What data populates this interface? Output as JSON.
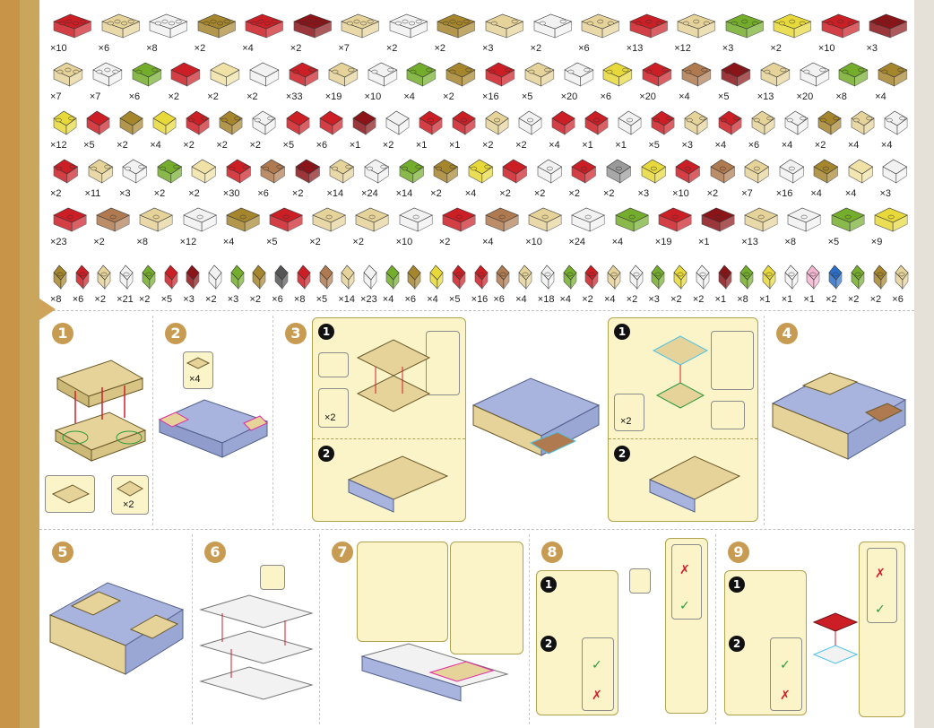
{
  "parts": {
    "rows": [
      {
        "items": [
          {
            "qty": "×10",
            "color": "#cc1e25",
            "studs": 4
          },
          {
            "qty": "×6",
            "color": "#e6d39a",
            "studs": 4
          },
          {
            "qty": "×8",
            "color": "#f2f2f2",
            "studs": 4
          },
          {
            "qty": "×2",
            "color": "#a6862d",
            "studs": 4
          },
          {
            "qty": "×4",
            "color": "#cc1e25",
            "studs": 4
          },
          {
            "qty": "×2",
            "color": "#8a1418",
            "studs": 4
          },
          {
            "qty": "×7",
            "color": "#e6d39a",
            "studs": 4
          },
          {
            "qty": "×2",
            "color": "#f2f2f2",
            "studs": 4
          },
          {
            "qty": "×2",
            "color": "#a6862d",
            "studs": 4
          },
          {
            "qty": "×3",
            "color": "#e6d39a",
            "studs": 2
          },
          {
            "qty": "×2",
            "color": "#f2f2f2",
            "studs": 2
          },
          {
            "qty": "×6",
            "color": "#e6d39a",
            "studs": 3
          },
          {
            "qty": "×13",
            "color": "#cc1e25",
            "studs": 3
          },
          {
            "qty": "×12",
            "color": "#e6d39a",
            "studs": 3
          },
          {
            "qty": "×3",
            "color": "#74ad2b",
            "studs": 3
          },
          {
            "qty": "×2",
            "color": "#e8d93a",
            "studs": 3
          },
          {
            "qty": "×10",
            "color": "#cc1e25",
            "studs": 3
          },
          {
            "qty": "×3",
            "color": "#8a1418",
            "studs": 3
          }
        ]
      },
      {
        "items": [
          {
            "qty": "×7",
            "color": "#e6d39a",
            "studs": 3
          },
          {
            "qty": "×7",
            "color": "#f2f2f2",
            "studs": 3
          },
          {
            "qty": "×6",
            "color": "#74ad2b",
            "studs": 2
          },
          {
            "qty": "×2",
            "color": "#cc1e25",
            "studs": 0
          },
          {
            "qty": "×2",
            "color": "#f0e2a6",
            "studs": 0
          },
          {
            "qty": "×2",
            "color": "#f2f2f2",
            "studs": 0
          },
          {
            "qty": "×33",
            "color": "#cc1e25",
            "studs": 2
          },
          {
            "qty": "×19",
            "color": "#e6d39a",
            "studs": 2
          },
          {
            "qty": "×10",
            "color": "#f2f2f2",
            "studs": 2
          },
          {
            "qty": "×4",
            "color": "#74ad2b",
            "studs": 2
          },
          {
            "qty": "×2",
            "color": "#a6862d",
            "studs": 2
          },
          {
            "qty": "×16",
            "color": "#cc1e25",
            "studs": 2
          },
          {
            "qty": "×5",
            "color": "#e6d39a",
            "studs": 2
          },
          {
            "qty": "×20",
            "color": "#f2f2f2",
            "studs": 2
          },
          {
            "qty": "×6",
            "color": "#e8d93a",
            "studs": 2
          },
          {
            "qty": "×20",
            "color": "#cc1e25",
            "studs": 2
          },
          {
            "qty": "×4",
            "color": "#b07a50",
            "studs": 2
          },
          {
            "qty": "×5",
            "color": "#8a1418",
            "studs": 2
          },
          {
            "qty": "×13",
            "color": "#e6d39a",
            "studs": 2
          },
          {
            "qty": "×20",
            "color": "#f2f2f2",
            "studs": 2
          },
          {
            "qty": "×8",
            "color": "#74ad2b",
            "studs": 2
          },
          {
            "qty": "×4",
            "color": "#a6862d",
            "studs": 2
          }
        ]
      },
      {
        "items": [
          {
            "qty": "×12",
            "color": "#e8d93a",
            "studs": 2
          },
          {
            "qty": "×5",
            "color": "#cc1e25",
            "studs": 0
          },
          {
            "qty": "×2",
            "color": "#a6862d",
            "studs": 0
          },
          {
            "qty": "×4",
            "color": "#e8d93a",
            "studs": 0
          },
          {
            "qty": "×2",
            "color": "#cc1e25",
            "studs": 2
          },
          {
            "qty": "×2",
            "color": "#a6862d",
            "studs": 2
          },
          {
            "qty": "×2",
            "color": "#f2f2f2",
            "studs": 2
          },
          {
            "qty": "×5",
            "color": "#cc1e25",
            "studs": 0
          },
          {
            "qty": "×6",
            "color": "#cc1e25",
            "studs": 0
          },
          {
            "qty": "×1",
            "color": "#8a1418",
            "studs": 0
          },
          {
            "qty": "×2",
            "color": "#f2f2f2",
            "studs": 0
          },
          {
            "qty": "×1",
            "color": "#cc1e25",
            "studs": 1
          },
          {
            "qty": "×1",
            "color": "#cc1e25",
            "studs": 1
          },
          {
            "qty": "×2",
            "color": "#e6d39a",
            "studs": 1
          },
          {
            "qty": "×2",
            "color": "#f2f2f2",
            "studs": 1
          },
          {
            "qty": "×4",
            "color": "#cc1e25",
            "studs": 0
          },
          {
            "qty": "×1",
            "color": "#cc1e25",
            "studs": 1
          },
          {
            "qty": "×1",
            "color": "#f2f2f2",
            "studs": 1
          },
          {
            "qty": "×5",
            "color": "#cc1e25",
            "studs": 2
          },
          {
            "qty": "×3",
            "color": "#e6d39a",
            "studs": 2
          },
          {
            "qty": "×4",
            "color": "#cc1e25",
            "studs": 2
          },
          {
            "qty": "×6",
            "color": "#e6d39a",
            "studs": 2
          },
          {
            "qty": "×4",
            "color": "#f2f2f2",
            "studs": 2
          },
          {
            "qty": "×2",
            "color": "#a6862d",
            "studs": 2
          },
          {
            "qty": "×4",
            "color": "#e6d39a",
            "studs": 2
          },
          {
            "qty": "×4",
            "color": "#f2f2f2",
            "studs": 2
          }
        ]
      },
      {
        "items": [
          {
            "qty": "×2",
            "color": "#cc1e25",
            "studs": 2
          },
          {
            "qty": "×11",
            "color": "#e6d39a",
            "studs": 2
          },
          {
            "qty": "×3",
            "color": "#f2f2f2",
            "studs": 2
          },
          {
            "qty": "×2",
            "color": "#74ad2b",
            "studs": 2
          },
          {
            "qty": "×2",
            "color": "#f0e2a6",
            "studs": 0
          },
          {
            "qty": "×30",
            "color": "#cc1e25",
            "studs": 2
          },
          {
            "qty": "×6",
            "color": "#b07a50",
            "studs": 2
          },
          {
            "qty": "×2",
            "color": "#8a1418",
            "studs": 2
          },
          {
            "qty": "×14",
            "color": "#e6d39a",
            "studs": 2
          },
          {
            "qty": "×24",
            "color": "#f2f2f2",
            "studs": 2
          },
          {
            "qty": "×14",
            "color": "#74ad2b",
            "studs": 2
          },
          {
            "qty": "×2",
            "color": "#a6862d",
            "studs": 2
          },
          {
            "qty": "×4",
            "color": "#e8d93a",
            "studs": 2
          },
          {
            "qty": "×2",
            "color": "#cc1e25",
            "studs": 0
          },
          {
            "qty": "×2",
            "color": "#f2f2f2",
            "studs": 1
          },
          {
            "qty": "×2",
            "color": "#cc1e25",
            "studs": 1
          },
          {
            "qty": "×2",
            "color": "#9a9a9a",
            "studs": 1
          },
          {
            "qty": "×3",
            "color": "#e8d93a",
            "studs": 1
          },
          {
            "qty": "×10",
            "color": "#cc1e25",
            "studs": 1
          },
          {
            "qty": "×2",
            "color": "#b07a50",
            "studs": 1
          },
          {
            "qty": "×7",
            "color": "#e6d39a",
            "studs": 1
          },
          {
            "qty": "×16",
            "color": "#f2f2f2",
            "studs": 1
          },
          {
            "qty": "×4",
            "color": "#a6862d",
            "studs": 1
          },
          {
            "qty": "×4",
            "color": "#f0e2a6",
            "studs": 0
          },
          {
            "qty": "×3",
            "color": "#f2f2f2",
            "studs": 0
          }
        ]
      },
      {
        "items": [
          {
            "qty": "×23",
            "color": "#cc1e25",
            "studs": 1
          },
          {
            "qty": "×2",
            "color": "#b07a50",
            "studs": 1
          },
          {
            "qty": "×8",
            "color": "#e6d39a",
            "studs": 1
          },
          {
            "qty": "×12",
            "color": "#f2f2f2",
            "studs": 1
          },
          {
            "qty": "×4",
            "color": "#a6862d",
            "studs": 1
          },
          {
            "qty": "×5",
            "color": "#cc1e25",
            "studs": 1
          },
          {
            "qty": "×2",
            "color": "#e6d39a",
            "studs": 1
          },
          {
            "qty": "×2",
            "color": "#e6d39a",
            "studs": 1
          },
          {
            "qty": "×10",
            "color": "#f2f2f2",
            "studs": 1
          },
          {
            "qty": "×2",
            "color": "#cc1e25",
            "studs": 1
          },
          {
            "qty": "×4",
            "color": "#b07a50",
            "studs": 1
          },
          {
            "qty": "×10",
            "color": "#e6d39a",
            "studs": 1
          },
          {
            "qty": "×24",
            "color": "#f2f2f2",
            "studs": 1
          },
          {
            "qty": "×4",
            "color": "#74ad2b",
            "studs": 1
          },
          {
            "qty": "×19",
            "color": "#cc1e25",
            "studs": 1
          },
          {
            "qty": "×1",
            "color": "#8a1418",
            "studs": 1
          },
          {
            "qty": "×13",
            "color": "#e6d39a",
            "studs": 1
          },
          {
            "qty": "×8",
            "color": "#f2f2f2",
            "studs": 1
          },
          {
            "qty": "×5",
            "color": "#74ad2b",
            "studs": 1
          },
          {
            "qty": "×9",
            "color": "#e8d93a",
            "studs": 1
          }
        ]
      },
      {
        "items": [
          {
            "qty": "×8",
            "color": "#a6862d",
            "studs": 1
          },
          {
            "qty": "×6",
            "color": "#cc1e25",
            "studs": 1
          },
          {
            "qty": "×2",
            "color": "#e6d39a",
            "studs": 1
          },
          {
            "qty": "×21",
            "color": "#f2f2f2",
            "studs": 1
          },
          {
            "qty": "×2",
            "color": "#74ad2b",
            "studs": 1
          },
          {
            "qty": "×5",
            "color": "#cc1e25",
            "studs": 0
          },
          {
            "qty": "×3",
            "color": "#8a1418",
            "studs": 0
          },
          {
            "qty": "×2",
            "color": "#f2f2f2",
            "studs": 0
          },
          {
            "qty": "×3",
            "color": "#74ad2b",
            "studs": 0
          },
          {
            "qty": "×2",
            "color": "#a6862d",
            "studs": 0
          },
          {
            "qty": "×6",
            "color": "#555555",
            "studs": 0
          },
          {
            "qty": "×8",
            "color": "#cc1e25",
            "studs": 0
          },
          {
            "qty": "×5",
            "color": "#b07a50",
            "studs": 0
          },
          {
            "qty": "×14",
            "color": "#e6d39a",
            "studs": 0
          },
          {
            "qty": "×23",
            "color": "#f2f2f2",
            "studs": 0
          },
          {
            "qty": "×4",
            "color": "#74ad2b",
            "studs": 0
          },
          {
            "qty": "×6",
            "color": "#a6862d",
            "studs": 0
          },
          {
            "qty": "×4",
            "color": "#e8d93a",
            "studs": 0
          },
          {
            "qty": "×5",
            "color": "#cc1e25",
            "studs": 1
          },
          {
            "qty": "×16",
            "color": "#cc1e25",
            "studs": 1
          },
          {
            "qty": "×6",
            "color": "#b07a50",
            "studs": 1
          },
          {
            "qty": "×4",
            "color": "#e6d39a",
            "studs": 1
          },
          {
            "qty": "×18",
            "color": "#f2f2f2",
            "studs": 1
          },
          {
            "qty": "×4",
            "color": "#74ad2b",
            "studs": 1
          },
          {
            "qty": "×2",
            "color": "#cc1e25",
            "studs": 1
          },
          {
            "qty": "×4",
            "color": "#e6d39a",
            "studs": 1
          },
          {
            "qty": "×2",
            "color": "#f2f2f2",
            "studs": 1
          },
          {
            "qty": "×3",
            "color": "#74ad2b",
            "studs": 1
          },
          {
            "qty": "×2",
            "color": "#e8d93a",
            "studs": 1
          },
          {
            "qty": "×2",
            "color": "#f2f2f2",
            "studs": 1
          },
          {
            "qty": "×1",
            "color": "#8a1418",
            "studs": 1
          },
          {
            "qty": "×8",
            "color": "#74ad2b",
            "studs": 1
          },
          {
            "qty": "×1",
            "color": "#e8d93a",
            "studs": 1
          },
          {
            "qty": "×1",
            "color": "#f2f2f2",
            "studs": 1
          },
          {
            "qty": "×1",
            "color": "#f2b6d0",
            "studs": 1
          },
          {
            "qty": "×2",
            "color": "#2a6fc9",
            "studs": 1
          },
          {
            "qty": "×2",
            "color": "#74ad2b",
            "studs": 1
          },
          {
            "qty": "×2",
            "color": "#a6862d",
            "studs": 1
          },
          {
            "qty": "×6",
            "color": "#e6d39a",
            "studs": 1
          }
        ]
      }
    ]
  },
  "steps": {
    "s1": {
      "num": "1",
      "callout_qty": "×2"
    },
    "s2": {
      "num": "2",
      "callout_qty": "×4"
    },
    "s3": {
      "num": "3",
      "sub1": "1",
      "sub2": "2",
      "qty_left": "×2",
      "sub1b": "1",
      "sub2b": "2",
      "qty_right": "×2"
    },
    "s4": {
      "num": "4"
    },
    "s5": {
      "num": "5"
    },
    "s6": {
      "num": "6"
    },
    "s7": {
      "num": "7"
    },
    "s8": {
      "num": "8",
      "sub1": "1",
      "sub2": "2"
    },
    "s9": {
      "num": "9",
      "sub1": "1",
      "sub2": "2"
    }
  },
  "compare_row": {
    "qtys": [
      "×23",
      "×2",
      "×8",
      "×12",
      "×4",
      "×5",
      "×2",
      "×2",
      "×10"
    ]
  },
  "colors": {
    "page_bg": "#ffffff",
    "frame": "#d7a85a",
    "panel": "#faf4c8",
    "step_badge": "#c89b52",
    "blue_brick": "#a8b4de",
    "tan_brick": "#e6d39a",
    "red_arrow": "#d11f2b"
  }
}
